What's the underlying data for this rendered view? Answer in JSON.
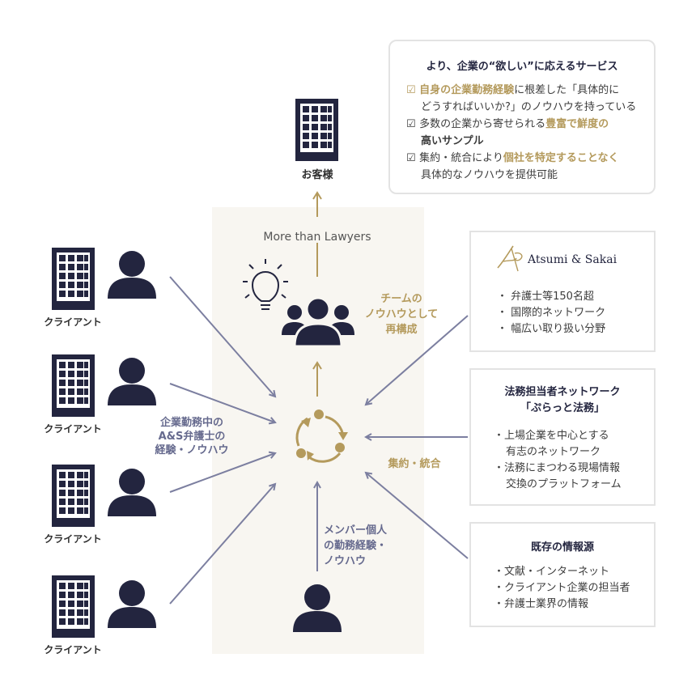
{
  "top_box": {
    "title": "より、企業の“欲しい”に応えるサービス",
    "items": [
      {
        "check_gold": true,
        "l1_hl": "自身の企業勤務経験",
        "l1_rest": "に根差した「具体的に",
        "l2": "どうすればいいか?」のノウハウを持っている"
      },
      {
        "check_gold": false,
        "l1_pre": "多数の企業から寄せられる",
        "l1_hl": "豊富で鮮度の",
        "l2_hl": "高いサンプル"
      },
      {
        "check_gold": false,
        "l1_pre": "集約・統合により",
        "l1_hl": "個社を特定することなく",
        "l2": "具体的なノウハウを提供可能"
      }
    ]
  },
  "customer_label": "お客様",
  "more_than_lawyers": "More than Lawyers",
  "team_label": [
    "チームの",
    "ノウハウとして",
    "再構成"
  ],
  "integrate_label": "集約・統合",
  "lawyer_exp_label": [
    "企業勤務中の",
    "A&S弁護士の",
    "経験・ノウハウ"
  ],
  "member_label": [
    "メンバー個人",
    "の勤務経験・",
    "ノウハウ"
  ],
  "client_label": "クライアント",
  "atsumi_box": {
    "logo_text": "Atsumi & Sakai",
    "items": [
      "弁護士等150名超",
      "国際的ネットワーク",
      "幅広い取り扱い分野"
    ]
  },
  "network_box": {
    "title1": "法務担当者ネットワーク",
    "title2": "「ぷらっと法務」",
    "items": [
      [
        "上場企業を中心とする",
        "有志のネットワーク"
      ],
      [
        "法務にまつわる現場情報",
        "交換のプラットフォーム"
      ]
    ]
  },
  "existing_box": {
    "title": "既存の情報源",
    "items": [
      "文献・インターネット",
      "クライアント企業の担当者",
      "弁護士業界の情報"
    ]
  },
  "colors": {
    "navy": "#23253f",
    "gold": "#b49a5c",
    "arrow_blue": "#7c7fa0",
    "band": "#f8f6f1"
  }
}
